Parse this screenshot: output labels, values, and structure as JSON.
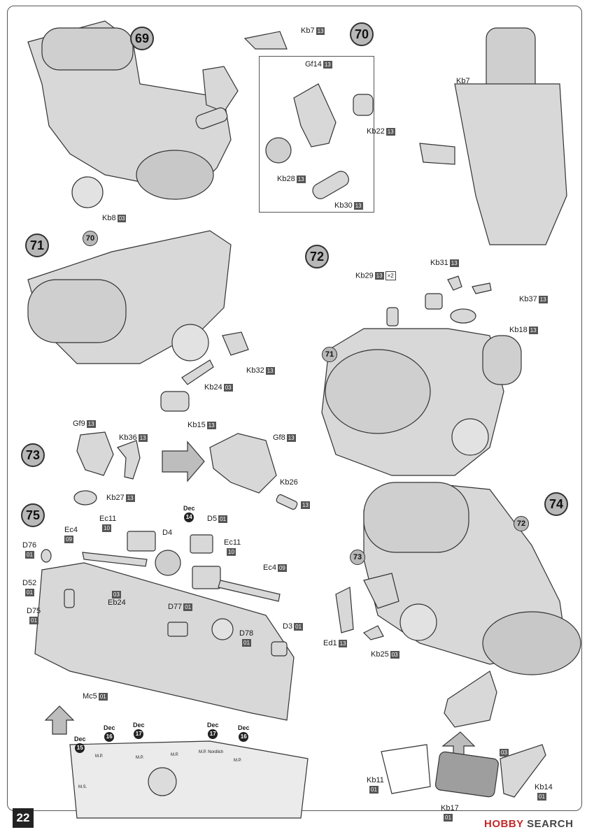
{
  "page": {
    "number": "22",
    "watermark_red": "HOBBY",
    "watermark_dark": "SEARCH"
  },
  "steps": [
    "69",
    "70",
    "71",
    "72",
    "73",
    "74",
    "75"
  ],
  "step_refs": [
    "70",
    "71",
    "72",
    "73"
  ],
  "labels": {
    "kb7_a": "Kb7",
    "kb7_b": "Kb7",
    "gf14": "Gf14",
    "kb22": "Kb22",
    "kb28": "Kb28",
    "kb30": "Kb30",
    "kb8": "Kb8",
    "kb32": "Kb32",
    "kb24": "Kb24",
    "kb15": "Kb15",
    "kb29": "Kb29",
    "kb31": "Kb31",
    "kb37": "Kb37",
    "kb18": "Kb18",
    "gf9": "Gf9",
    "kb36": "Kb36",
    "gf8": "Gf8",
    "kb26": "Kb26",
    "kb27": "Kb27",
    "ec11_a": "Ec11",
    "ec11_b": "Ec11",
    "d4": "D4",
    "d5": "D5",
    "ec4_a": "Ec4",
    "ec4_b": "Ec4",
    "d76": "D76",
    "d52": "D52",
    "eb24": "Eb24",
    "d75": "D75",
    "d77": "D77",
    "d78": "D78",
    "d3": "D3",
    "mc5": "Mc5",
    "ed1": "Ed1",
    "kb25": "Kb25",
    "kb11": "Kb11",
    "kb17": "Kb17",
    "kb14": "Kb14",
    "x2": "×2"
  },
  "sprues": {
    "s13": "13",
    "s03": "03",
    "s01": "01",
    "s09": "09",
    "s10": "10"
  },
  "decals": {
    "word": "Dec",
    "d14": "14",
    "d15": "15",
    "d16": "16",
    "d17": "17"
  },
  "stencils": {
    "mp_1": "M.P.",
    "mp_2": "M.P.",
    "mp_3": "M.P.",
    "nordliche": "M.P. Nordlich",
    "mp_4": "M.P.",
    "ms": "M.S."
  },
  "colors": {
    "step_fill": "#b8b8b8",
    "line": "#333333",
    "part_fill": "#d8d8d8",
    "watermark": "#c62828"
  }
}
